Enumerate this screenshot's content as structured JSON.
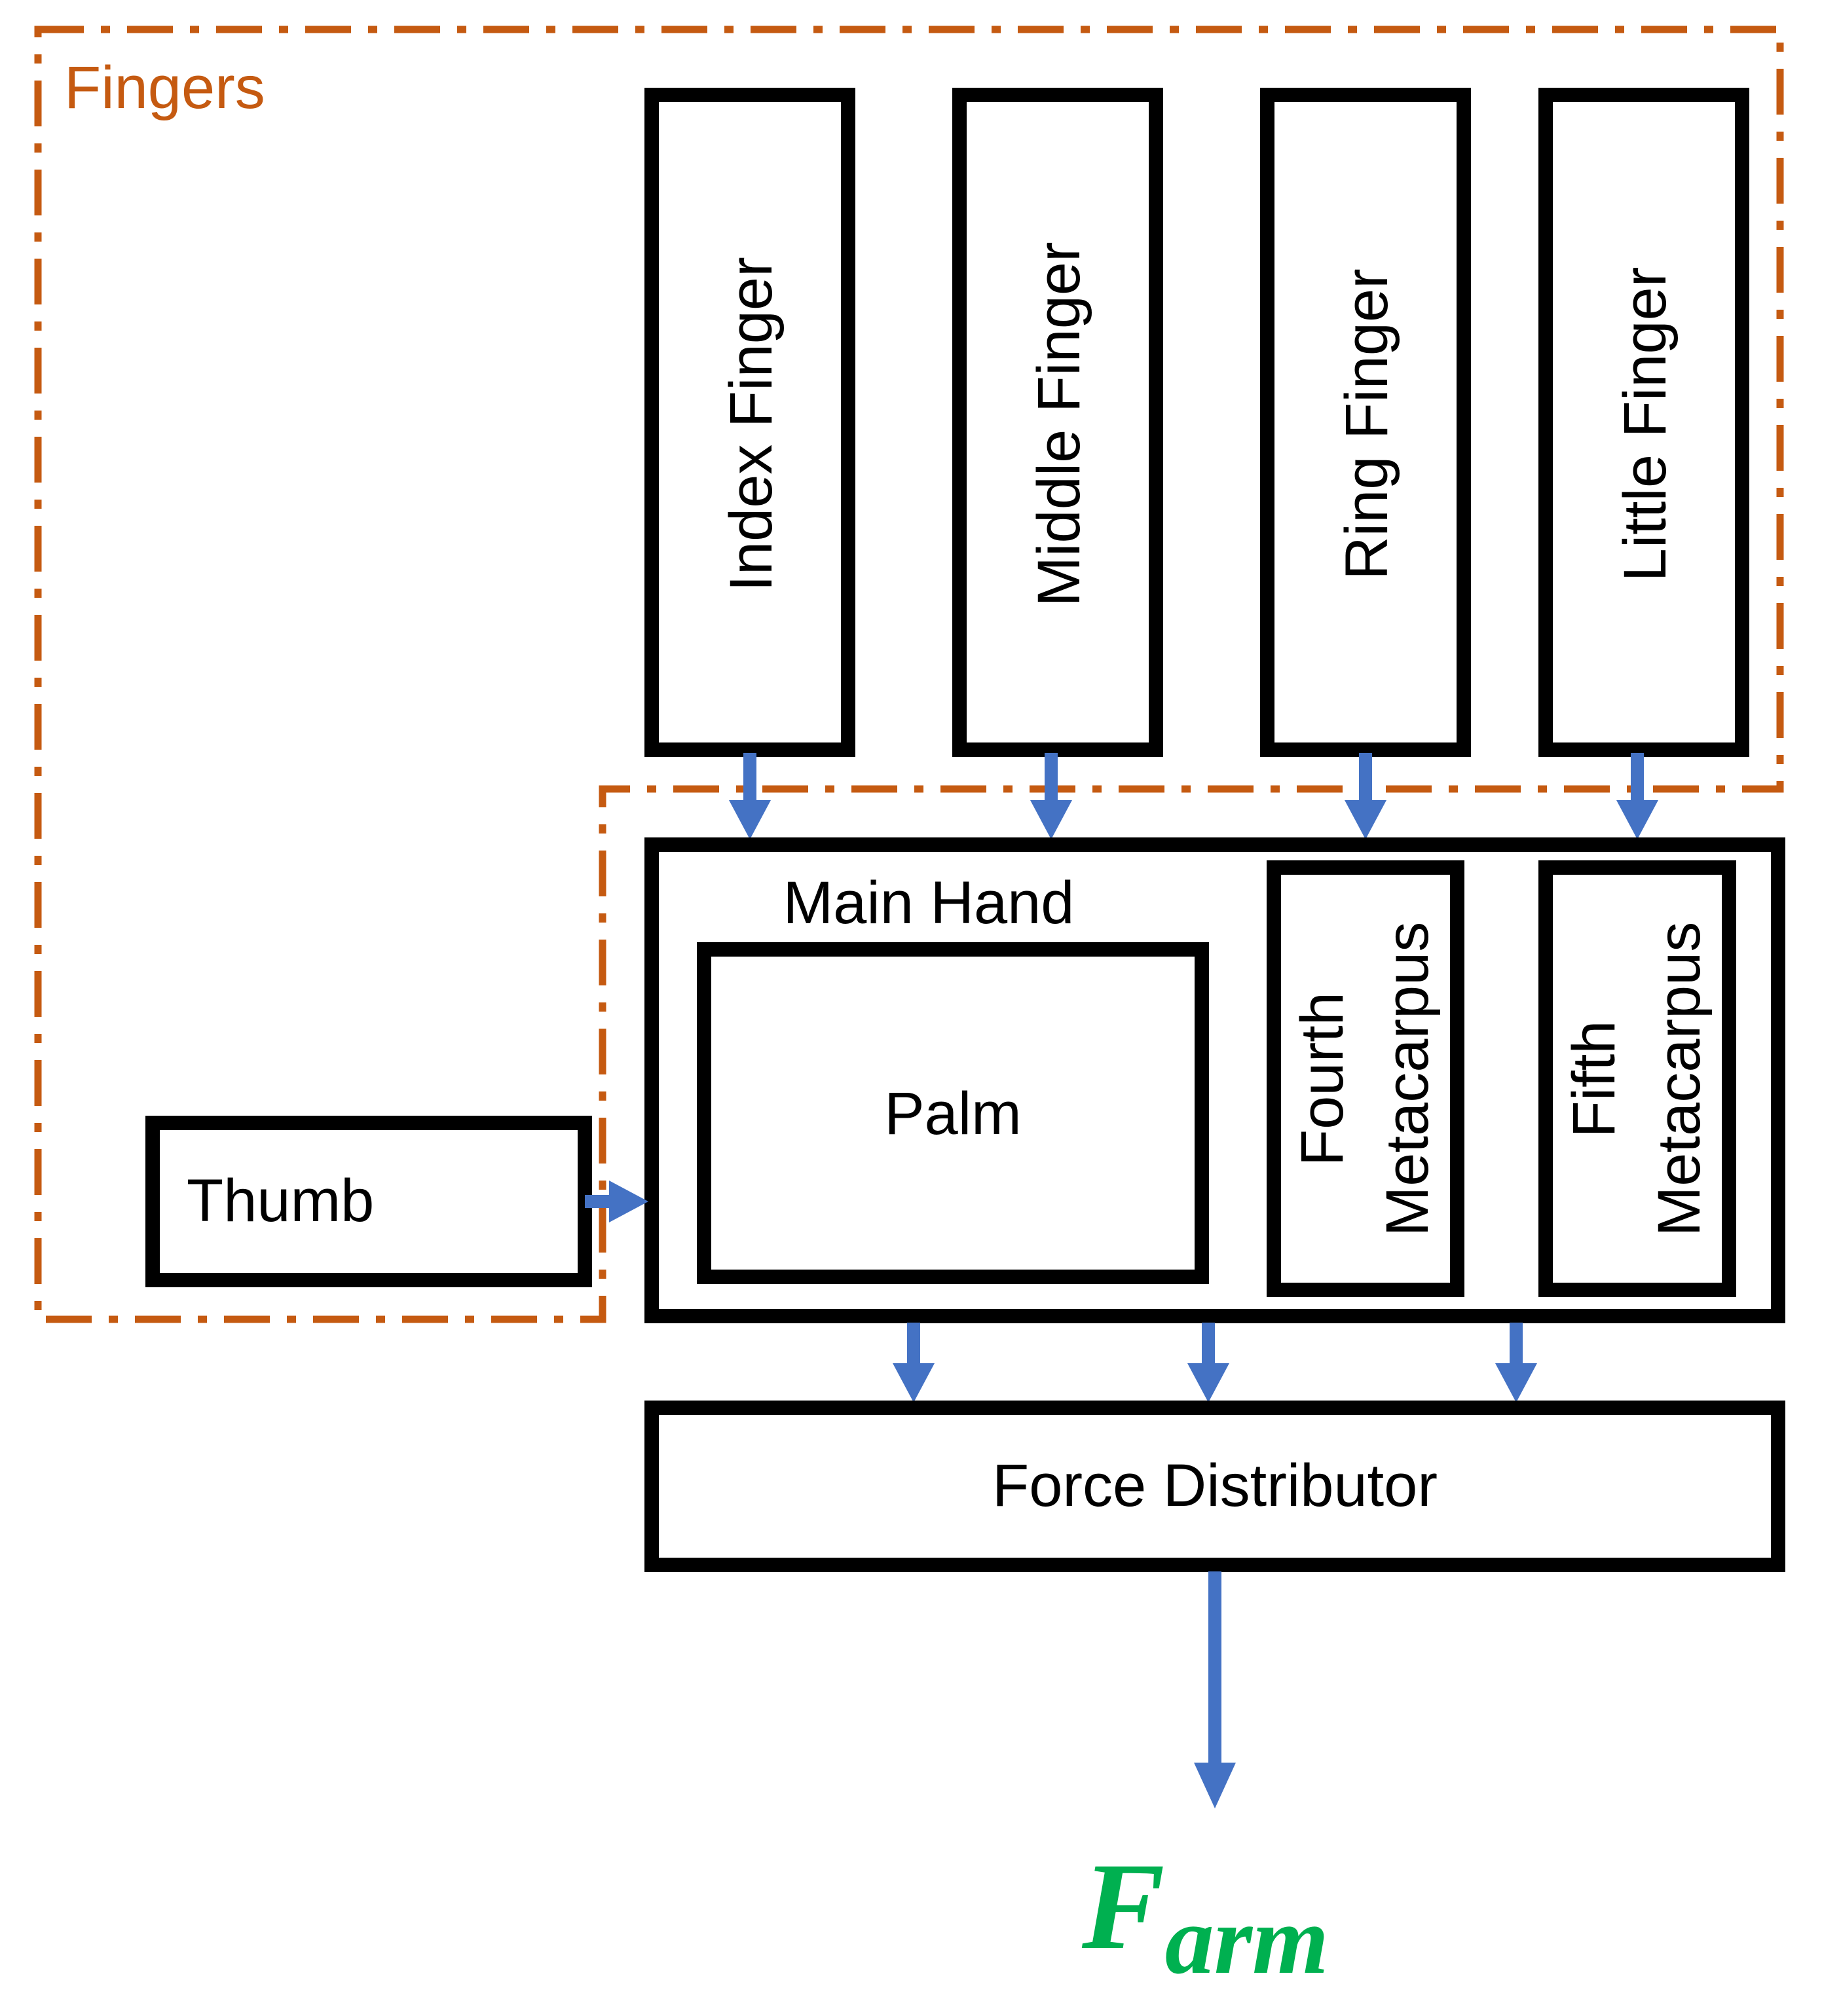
{
  "groups": {
    "fingers_label": "Fingers"
  },
  "fingers": [
    {
      "label": "Index Finger"
    },
    {
      "label": "Middle Finger"
    },
    {
      "label": "Ring Finger"
    },
    {
      "label": "Little Finger"
    }
  ],
  "main_hand": {
    "label": "Main Hand",
    "palm": "Palm",
    "fourth_metacarpus": [
      "Fourth",
      "Metacarpus"
    ],
    "fifth_metacarpus": [
      "Fifth",
      "Metacarpus"
    ]
  },
  "thumb": "Thumb",
  "force_distributor": "Force Distributor",
  "output": {
    "symbol": "F",
    "subscript": "arm"
  },
  "colors": {
    "group_border": "#c55a11",
    "arrow": "#4472c4",
    "output_text": "#00b050",
    "box_border": "#000000"
  }
}
